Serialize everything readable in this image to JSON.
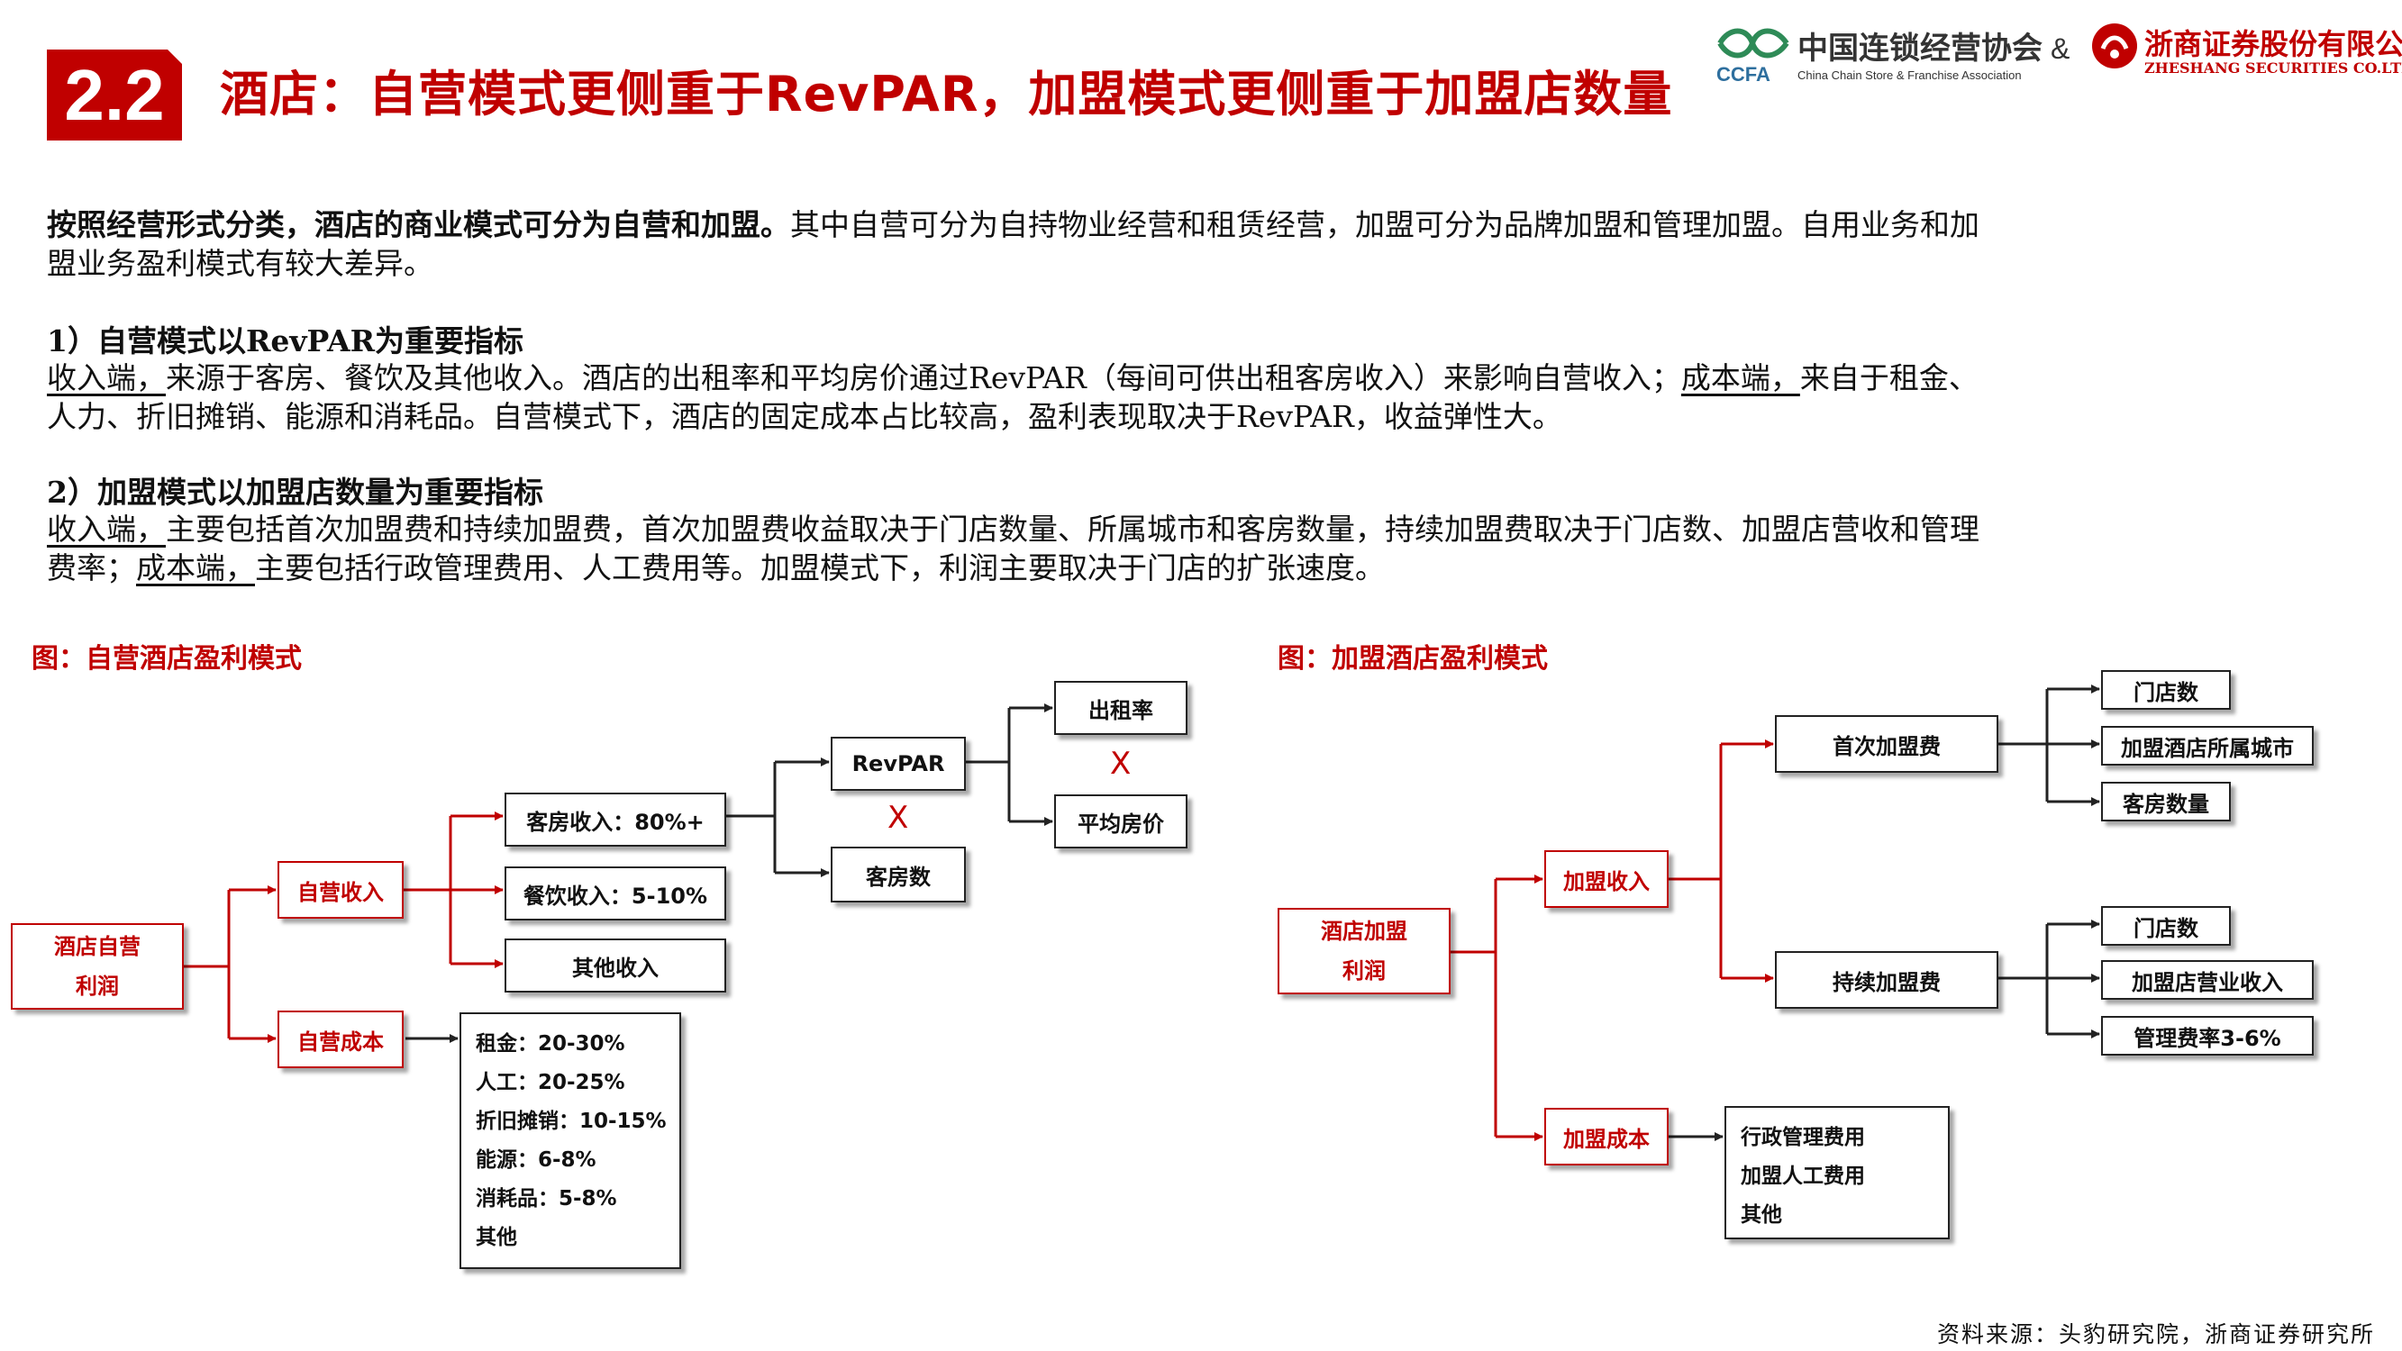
{
  "section": {
    "number": "2.2",
    "title": "酒店：自营模式更侧重于RevPAR，加盟模式更侧重于加盟店数量"
  },
  "logos": {
    "ccfa_cn": "中国连锁经营协会",
    "ccfa_abbr": "CCFA",
    "ccfa_en": "China Chain Store & Franchise Association",
    "ampersand": "&",
    "zs_cn": "浙商证券股份有限公司",
    "zs_en": "ZHESHANG SECURITIES CO.LTD"
  },
  "intro": {
    "bold": "按照经营形式分类，酒店的商业模式可分为自营和加盟。",
    "rest1": "其中自营可分为自持物业经营和租赁经营，加盟可分为品牌加盟和管理加盟。自用业务和加",
    "rest2": "盟业务盈利模式有较大差异。"
  },
  "point1": {
    "heading": "1）自营模式以RevPAR为重要指标",
    "u1": "收入端，",
    "t1": "来源于客房、餐饮及其他收入。酒店的出租率和平均房价通过RevPAR（每间可供出租客房收入）来影响自营收入；",
    "u2": "成本端，",
    "t2": "来自于租金、",
    "t3": "人力、折旧摊销、能源和消耗品。自营模式下，酒店的固定成本占比较高，盈利表现取决于RevPAR，收益弹性大。"
  },
  "point2": {
    "heading": "2）加盟模式以加盟店数量为重要指标",
    "u1": "收入端，",
    "t1": "主要包括首次加盟费和持续加盟费，首次加盟费收益取决于门店数量、所属城市和客房数量，持续加盟费取决于门店数、加盟店营收和管理",
    "t2": "费率；",
    "u2": "成本端，",
    "t3": "主要包括行政管理费用、人工费用等。加盟模式下，利润主要取决于门店的扩张速度。"
  },
  "left_diagram": {
    "title": "图：自营酒店盈利模式",
    "root": [
      "酒店自营",
      "利润"
    ],
    "revenue": "自营收入",
    "cost": "自营成本",
    "room_rev": "客房收入：80%+",
    "food_rev": "餐饮收入：5-10%",
    "other_rev": "其他收入",
    "revpar": "RevPAR",
    "rooms": "客房数",
    "occupancy": "出租率",
    "avg_price": "平均房价",
    "multiply": "X",
    "cost_items": [
      "租金：20-30%",
      "人工：20-25%",
      "折旧摊销：10-15%",
      "能源：6-8%",
      "消耗品：5-8%",
      "其他"
    ]
  },
  "right_diagram": {
    "title": "图：加盟酒店盈利模式",
    "root": [
      "酒店加盟",
      "利润"
    ],
    "revenue": "加盟收入",
    "cost": "加盟成本",
    "initial_fee": "首次加盟费",
    "ongoing_fee": "持续加盟费",
    "initial_items": [
      "门店数",
      "加盟酒店所属城市",
      "客房数量"
    ],
    "ongoing_items": [
      "门店数",
      "加盟店营业收入",
      "管理费率3-6%"
    ],
    "cost_items": [
      "行政管理费用",
      "加盟人工费用",
      "其他"
    ]
  },
  "source": "资料来源：头豹研究院，浙商证券研究所",
  "colors": {
    "accent": "#c00000",
    "ccfa_green": "#2e8b57"
  }
}
